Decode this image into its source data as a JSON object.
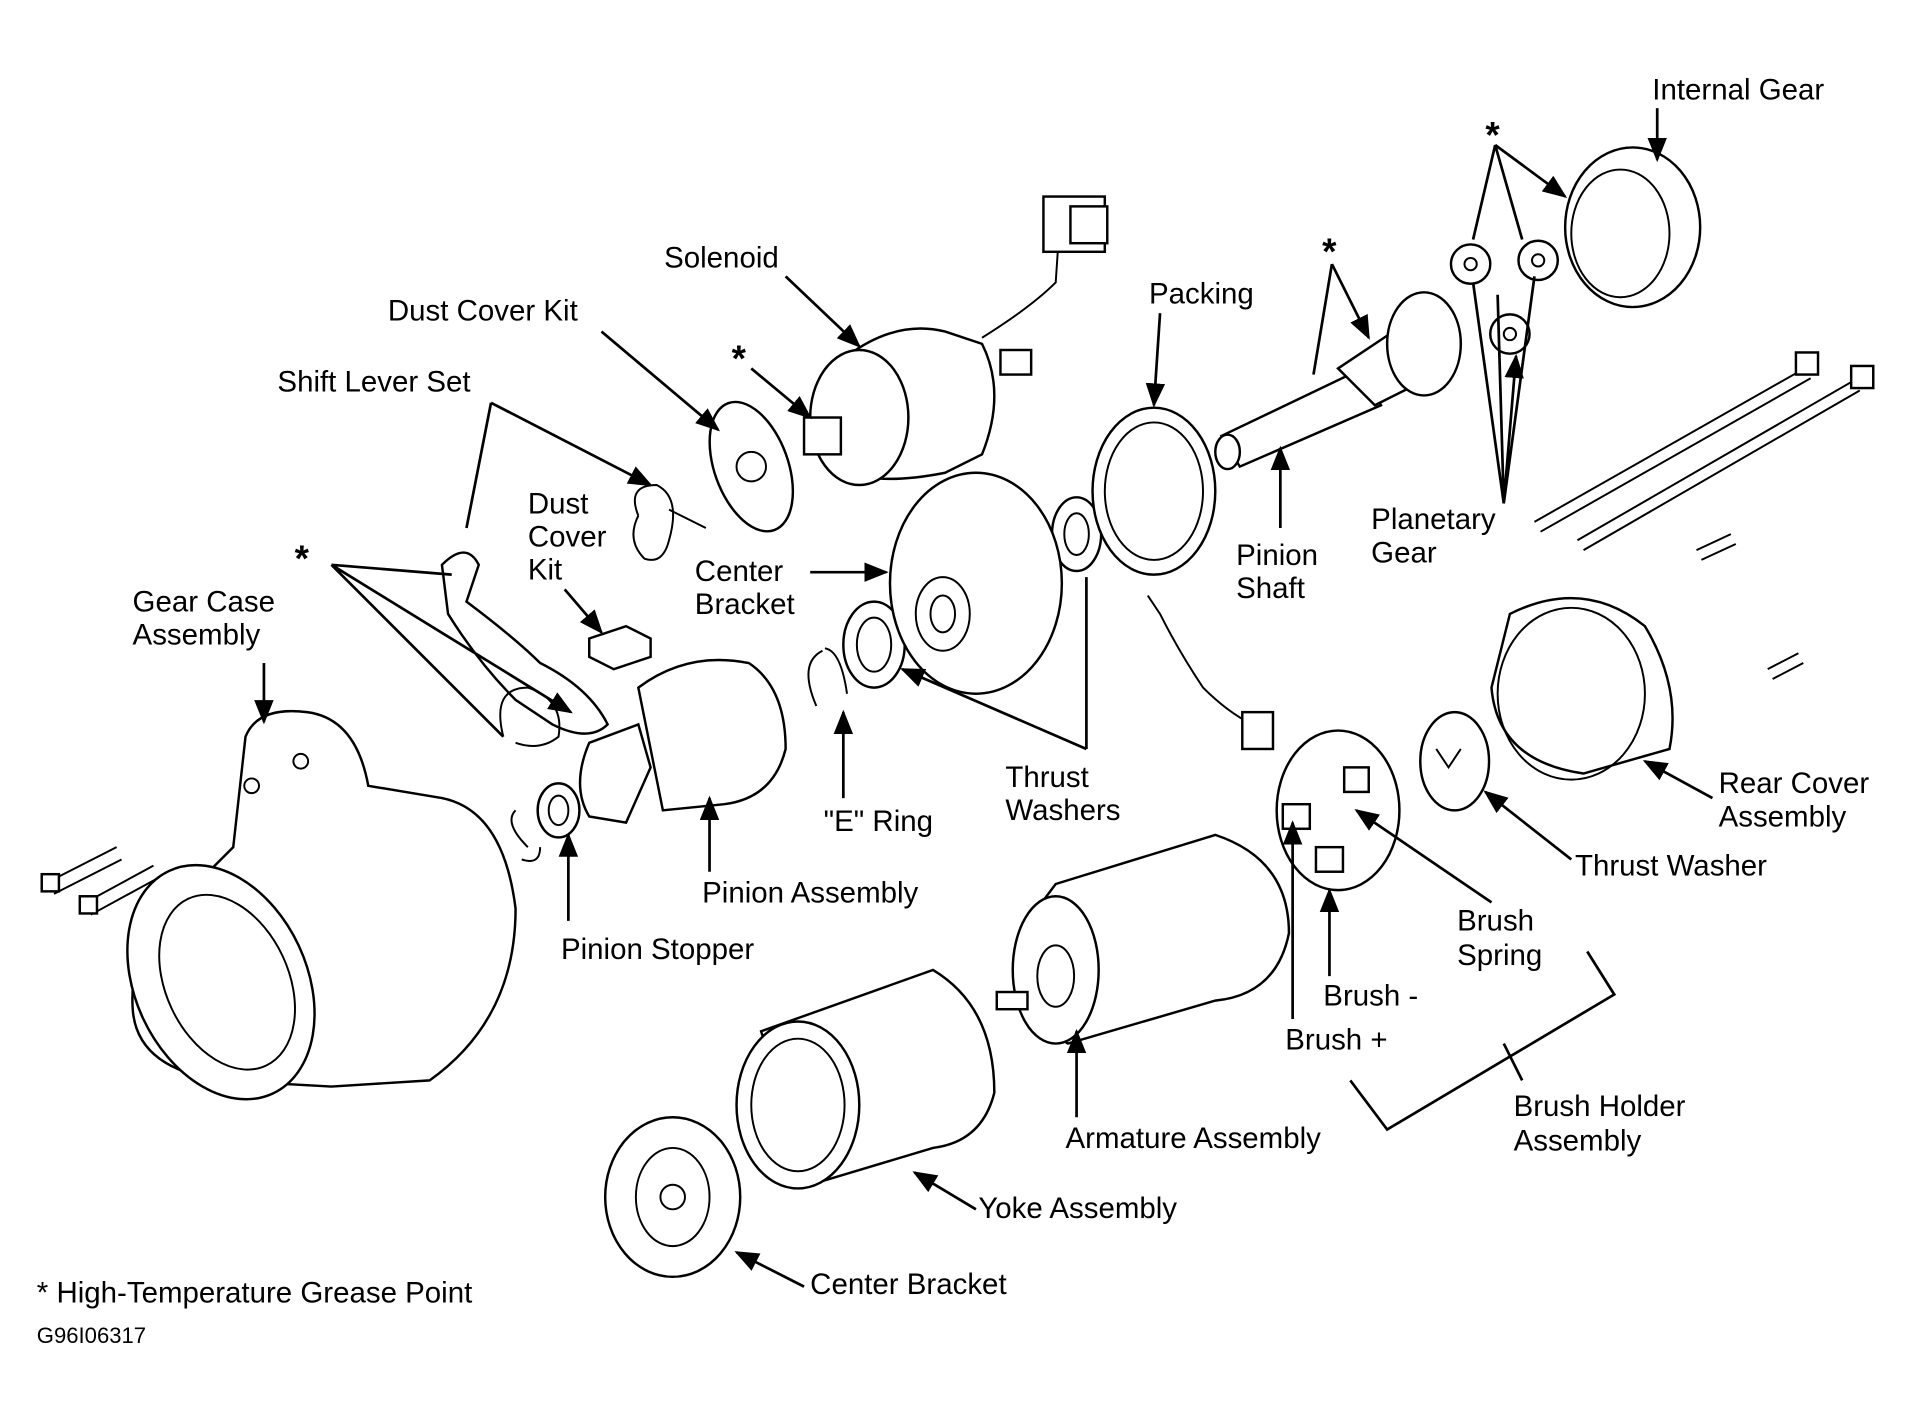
{
  "diagram": {
    "labels": {
      "internal_gear": "Internal Gear",
      "solenoid": "Solenoid",
      "packing": "Packing",
      "dust_cover_kit_top": "Dust Cover Kit",
      "shift_lever_set": "Shift Lever Set",
      "dust_cover_kit_mid": [
        "Dust",
        "Cover",
        "Kit"
      ],
      "center_bracket_top": [
        "Center",
        "Bracket"
      ],
      "gear_case_assembly": [
        "Gear Case",
        "Assembly"
      ],
      "pinion_shaft": [
        "Pinion",
        "Shaft"
      ],
      "planetary_gear": [
        "Planetary",
        "Gear"
      ],
      "thrust_washers": [
        "Thrust",
        "Washers"
      ],
      "e_ring": "\"E\" Ring",
      "rear_cover_assembly": [
        "Rear Cover",
        "Assembly"
      ],
      "thrust_washer": "Thrust Washer",
      "pinion_assembly": "Pinion Assembly",
      "brush_spring": [
        "Brush",
        "Spring"
      ],
      "pinion_stopper": "Pinion Stopper",
      "brush_minus": "Brush -",
      "brush_plus": "Brush +",
      "brush_holder_assembly": [
        "Brush Holder",
        "Assembly"
      ],
      "armature_assembly": "Armature Assembly",
      "yoke_assembly": "Yoke Assembly",
      "center_bracket_bottom": "Center Bracket"
    },
    "grease_marker": "*",
    "legend": "* High-Temperature Grease Point",
    "figure_code": "G96I06317"
  }
}
